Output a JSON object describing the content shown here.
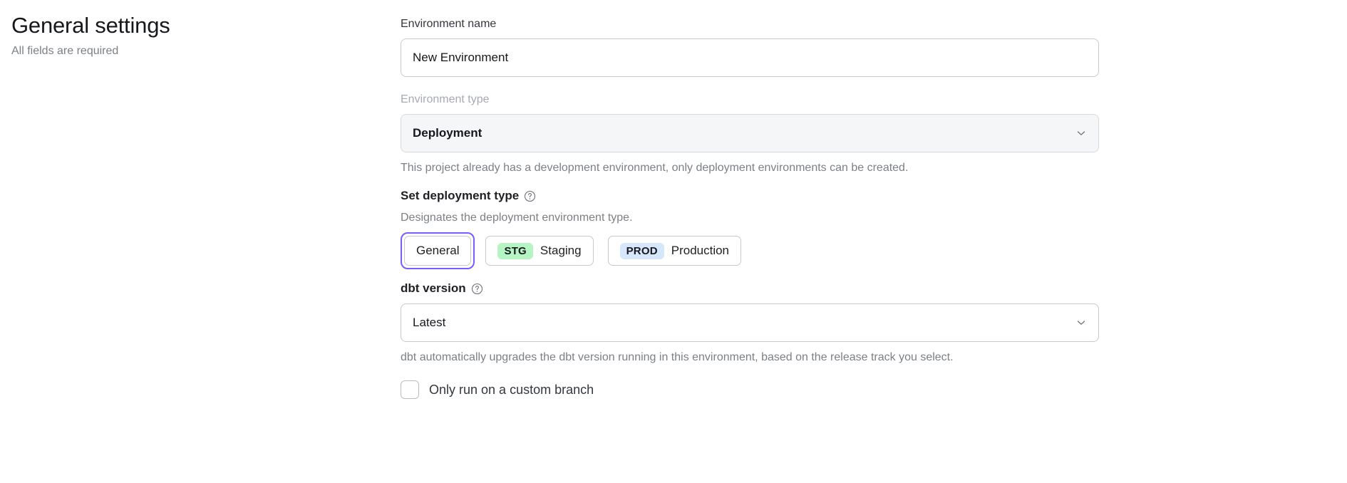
{
  "header": {
    "title": "General settings",
    "subtitle": "All fields are required"
  },
  "form": {
    "environment_name": {
      "label": "Environment name",
      "value": "New Environment",
      "placeholder": "Environment name"
    },
    "environment_type": {
      "label": "Environment type",
      "value": "Deployment",
      "disabled": true,
      "helper": "This project already has a development environment, only deployment environments can be created.",
      "chevron_icon": "chevron-down-icon"
    },
    "deployment_type": {
      "label": "Set deployment type",
      "help_icon": "question-circle-icon",
      "helper": "Designates the deployment environment type.",
      "options": [
        {
          "id": "general",
          "label": "General",
          "badge": null,
          "badge_color": null,
          "selected": true
        },
        {
          "id": "staging",
          "label": "Staging",
          "badge": "STG",
          "badge_color": "#b6f5c3",
          "selected": false
        },
        {
          "id": "production",
          "label": "Production",
          "badge": "PROD",
          "badge_color": "#d6e6fb",
          "selected": false
        }
      ]
    },
    "dbt_version": {
      "label": "dbt version",
      "help_icon": "question-circle-icon",
      "value": "Latest",
      "helper": "dbt automatically upgrades the dbt version running in this environment, based on the release track you select.",
      "chevron_icon": "chevron-down-icon"
    },
    "custom_branch": {
      "label": "Only run on a custom branch",
      "checked": false
    }
  },
  "colors": {
    "focus_ring": "#7c5cfc",
    "staging_badge": "#b6f5c3",
    "production_badge": "#d6e6fb",
    "disabled_field_bg": "#f5f6f7"
  }
}
